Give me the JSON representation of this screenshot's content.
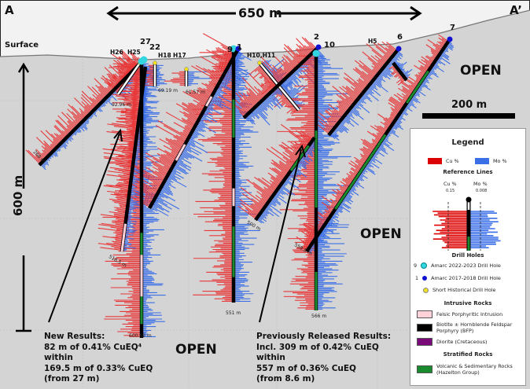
{
  "section": {
    "left_label": "A",
    "right_label": "A’",
    "width_label": "650 m",
    "depth_label": "600 m",
    "surface_label": "Surface",
    "scale_label": "200 m"
  },
  "holes": {
    "h26": "H26",
    "h25": "H25",
    "h27": "27",
    "h22": "22",
    "h18": "H18",
    "h17": "H17",
    "h9": "9",
    "h1": "1",
    "h10h11": "H10,H11",
    "h2": "2",
    "h10": "10",
    "h5": "H5",
    "h6": "6",
    "h7": "7"
  },
  "depths": {
    "d268": "268 m",
    "d9296": "92.96 m",
    "d6919": "69.19 m",
    "d6157": "61.57 m",
    "d5185": "518.5 m",
    "d60062": "600.62 m",
    "d551": "551 m",
    "d500": "500 m",
    "d5596": "559.6 m",
    "d566": "566 m"
  },
  "open_labels": [
    "OPEN",
    "OPEN",
    "OPEN"
  ],
  "notes": {
    "new": [
      "New Results:",
      "82 m of 0.41% CuEQ⁴",
      "within",
      "169.5 m of 0.33% CuEQ",
      "(from 27 m)"
    ],
    "prev": [
      "Previously Released Results:",
      "Incl. 309 m of 0.42% CuEQ",
      "within",
      "557 m of 0.36% CuEQ",
      "(from 8.6 m)"
    ]
  },
  "legend": {
    "title": "Legend",
    "cu": "Cu %",
    "mo": "Mo %",
    "ref_title": "Reference Lines",
    "ref_cu": "Cu %",
    "ref_mo": "Mo %",
    "ref_cu_val": "0.15",
    "ref_mo_val": "0.008",
    "drill_title": "Drill Holes",
    "dh_new_num": "9",
    "dh_new": "Amarc 2022-2023 Drill Hole",
    "dh_old_num": "1",
    "dh_old": "Amarc 2017-2018 Drill Hole",
    "dh_hist": "Short Historical Drill Hole",
    "intrusive_title": "Intrusive Rocks",
    "felsic": "Felsic Porphyritic Intrusion",
    "bfp": "Biotite ± Hornblende Feldspar Porphyry (BFP)",
    "diorite": "Diorite (Cretaceous)",
    "strat_title": "Stratified Rocks",
    "volcanic": "Volcanic & Sedimentary Rocks (Hazelton Group)"
  },
  "colors": {
    "cu": "#e8393a",
    "mo": "#3b6fe8",
    "bfp": "#000000",
    "felsic": "#ffd1d8",
    "diorite": "#7a0a7a",
    "volcanic": "#1a8a2e",
    "new_hole": "#33d6e0",
    "old_hole": "#1010d0",
    "hist_hole": "#f0e020",
    "ground": "#d4d4d4",
    "sky": "#f2f2f2"
  }
}
